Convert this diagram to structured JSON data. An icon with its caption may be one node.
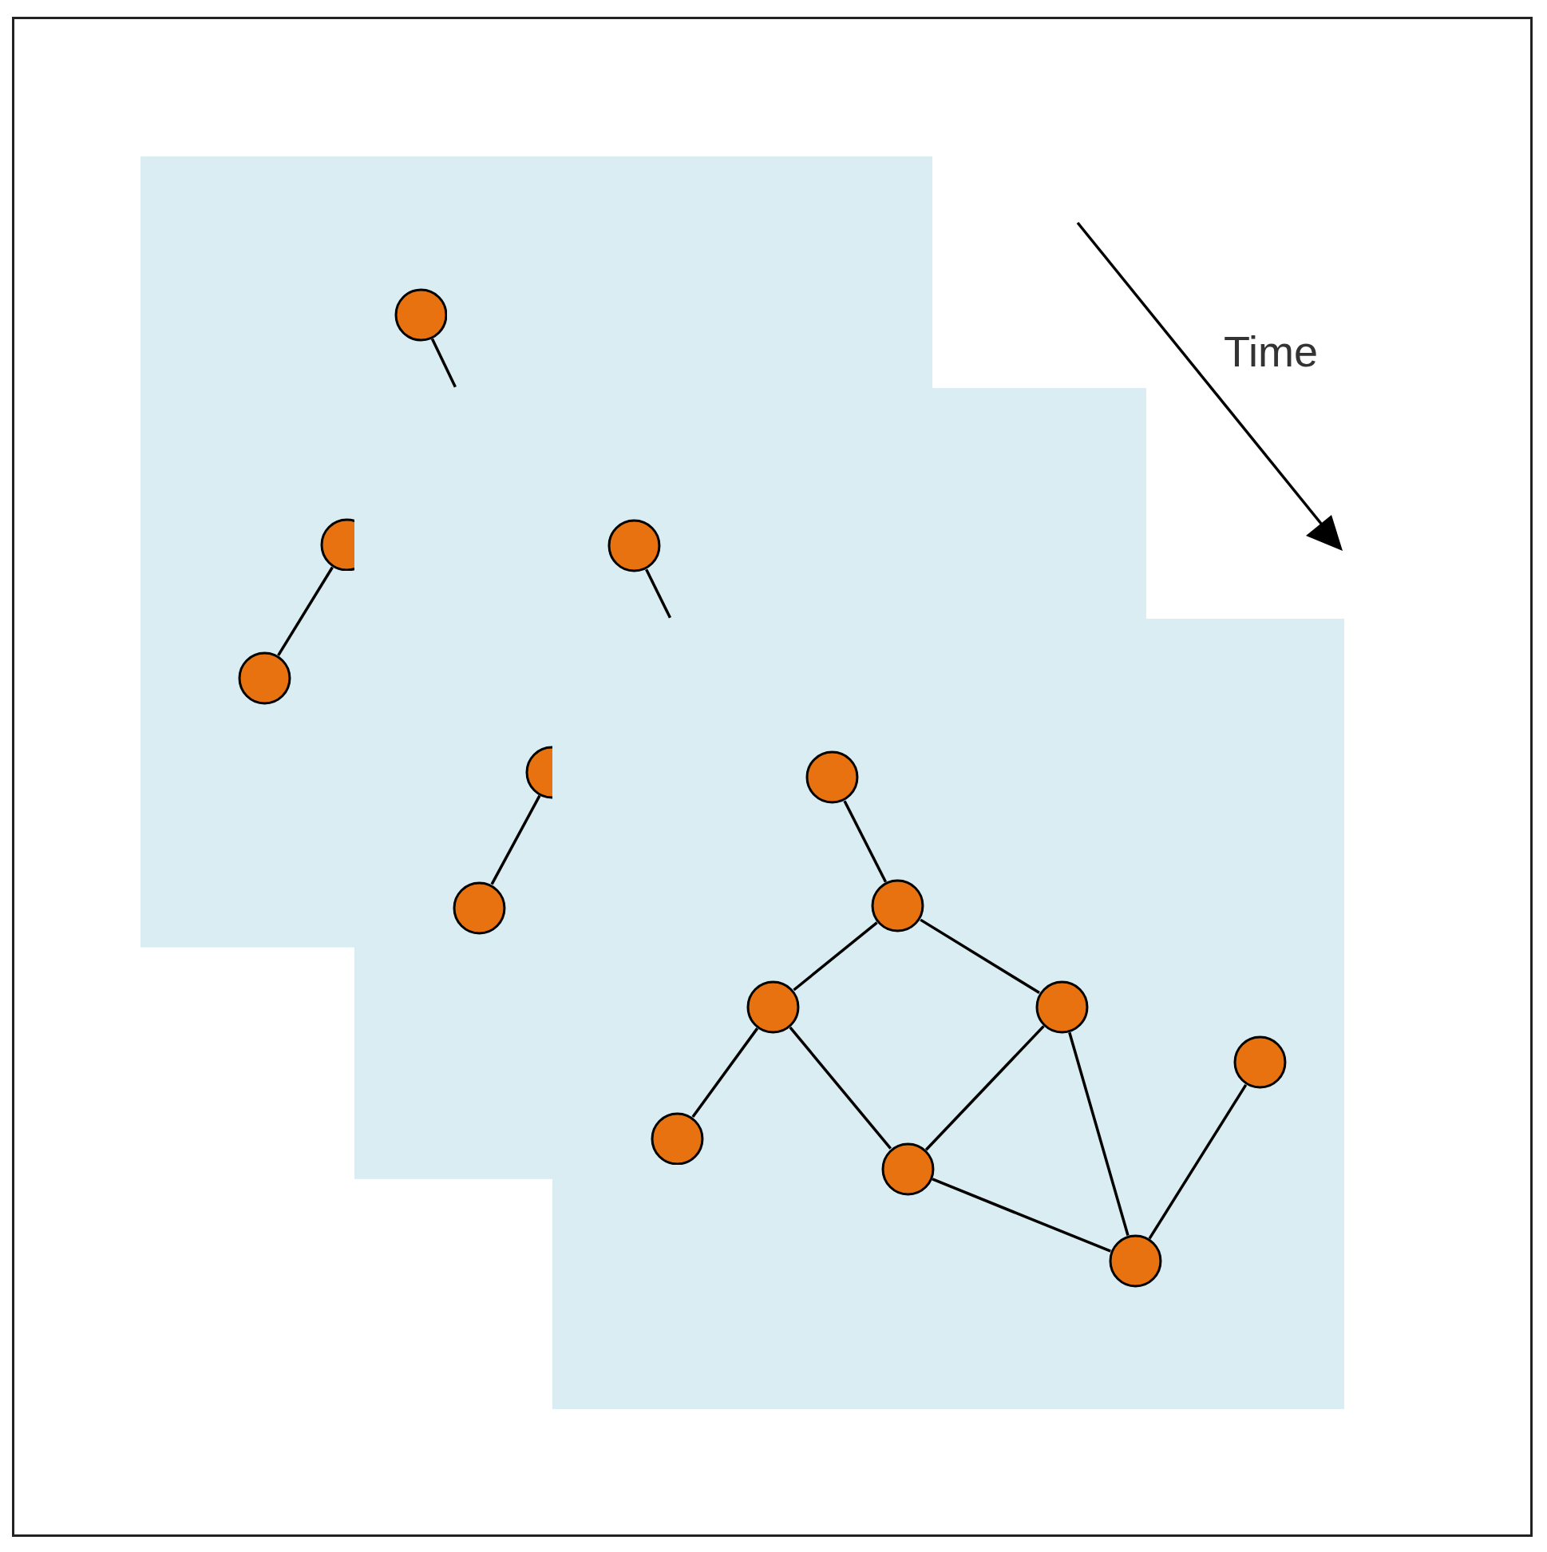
{
  "diagram": {
    "nodes": [
      {
        "text": [],
        "shape": "circle"
      },
      {
        "text": [],
        "shape": "circle"
      },
      {
        "text": [],
        "shape": "circle"
      },
      {
        "text": [],
        "shape": "circle"
      },
      {
        "text": [],
        "shape": "circle"
      },
      {
        "text": [],
        "shape": "circle"
      },
      {
        "text": [],
        "shape": "circle"
      },
      {
        "text": [],
        "shape": "circle"
      },
      {
        "text": [],
        "shape": "circle"
      },
      {
        "text": [],
        "shape": "circle"
      },
      {
        "text": [],
        "shape": "circle"
      },
      {
        "text": [],
        "shape": "circle"
      },
      {
        "text": [],
        "shape": "circle"
      },
      {
        "text": [],
        "shape": "circle"
      }
    ],
    "edges": [
      {
        "from": 0,
        "to": null,
        "arrow": "none"
      },
      {
        "from": 1,
        "to": 2,
        "arrow": "none"
      },
      {
        "from": 3,
        "to": null,
        "arrow": "none"
      },
      {
        "from": 4,
        "to": 5,
        "arrow": "none"
      },
      {
        "from": 6,
        "to": 7,
        "arrow": "none"
      },
      {
        "from": 7,
        "to": 8,
        "arrow": "none"
      },
      {
        "from": 7,
        "to": 9,
        "arrow": "none"
      },
      {
        "from": 8,
        "to": 10,
        "arrow": "none"
      },
      {
        "from": 8,
        "to": 11,
        "arrow": "none"
      },
      {
        "from": 9,
        "to": 11,
        "arrow": "none"
      },
      {
        "from": 9,
        "to": 13,
        "arrow": "none"
      },
      {
        "from": 11,
        "to": 13,
        "arrow": "none"
      },
      {
        "from": 13,
        "to": 12,
        "arrow": "none"
      }
    ],
    "labels": [
      "Time"
    ]
  }
}
